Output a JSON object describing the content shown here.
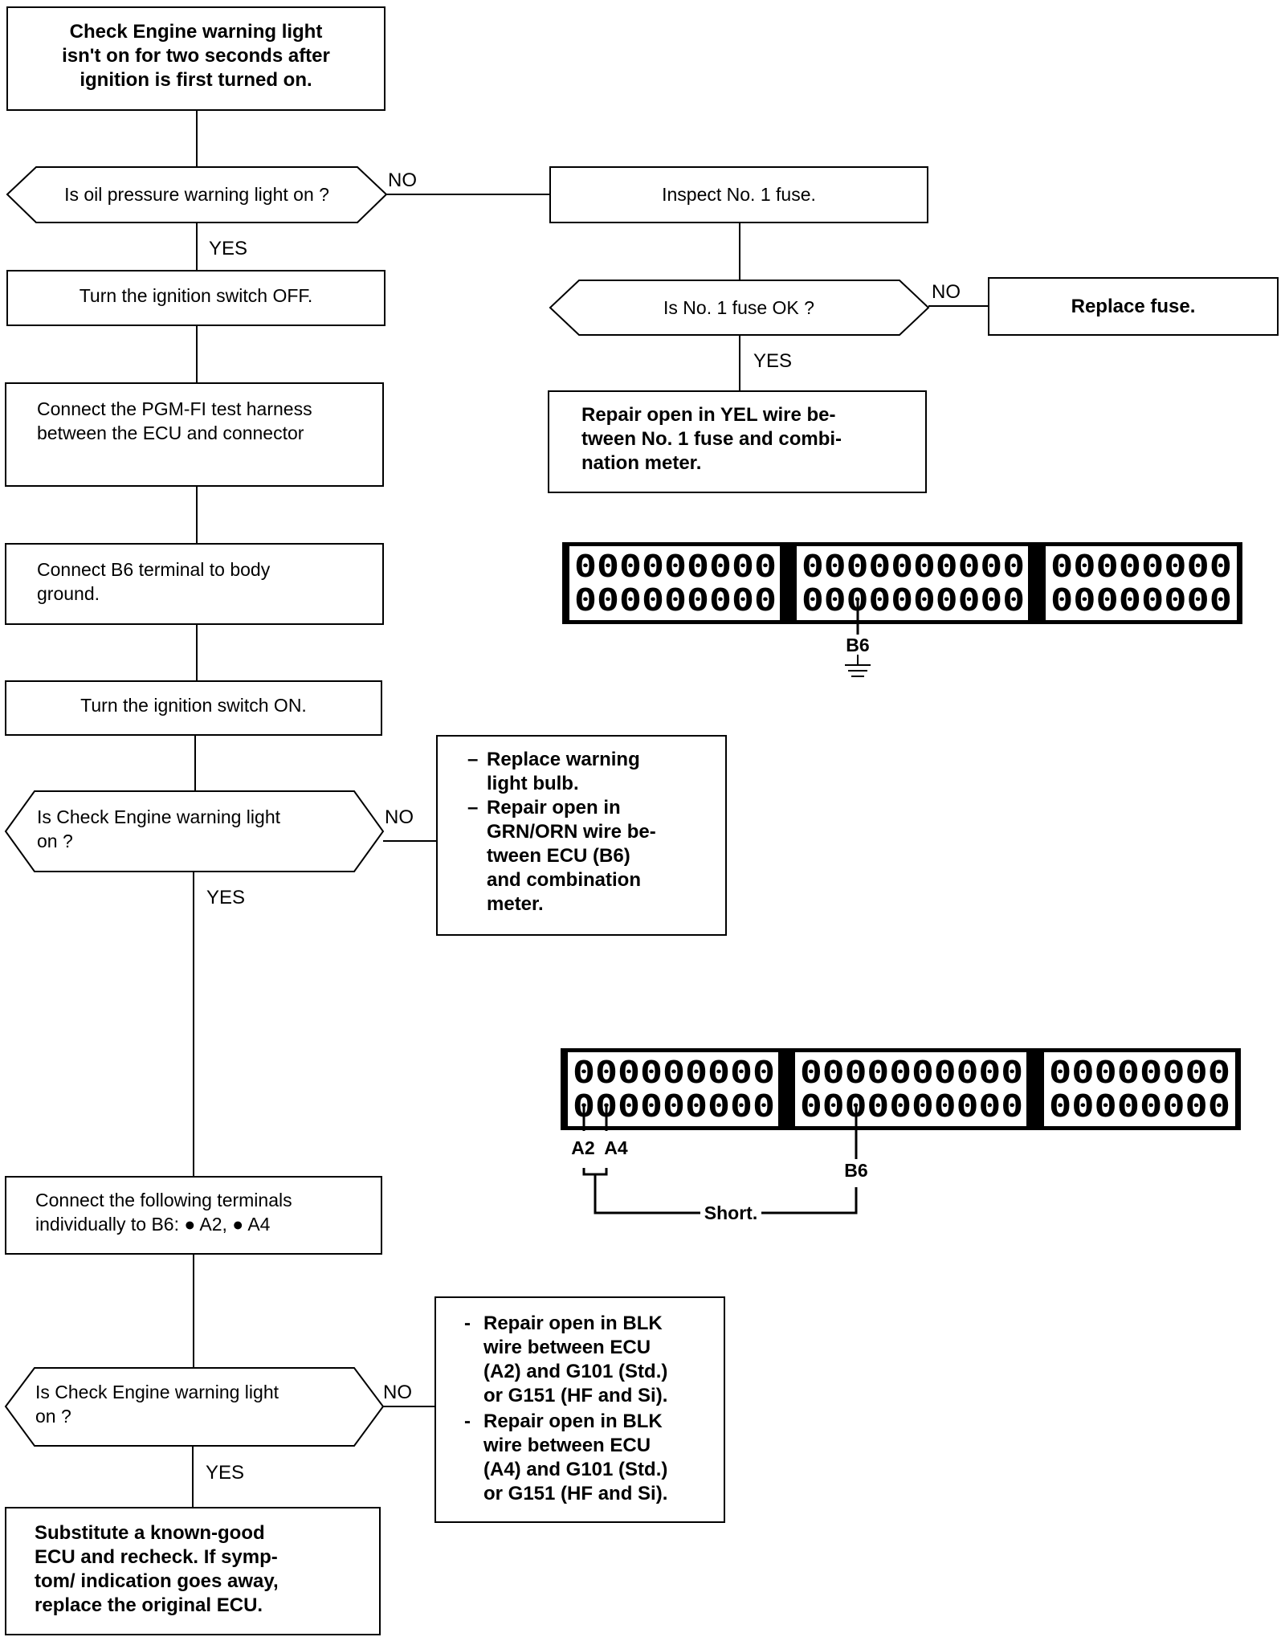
{
  "steps": {
    "start": [
      "Check Engine warning light",
      "isn't on for two seconds after",
      "ignition is first turned on."
    ],
    "q_oil": "Is oil pressure warning light on ?",
    "inspect_fuse": "Inspect No. 1 fuse.",
    "q_fuse": "Is No. 1 fuse OK ?",
    "replace_fuse": "Replace fuse.",
    "repair_yel": [
      "Repair open in YEL wire be-",
      "tween No. 1 fuse and combi-",
      "nation meter."
    ],
    "ign_off": "Turn the ignition switch OFF.",
    "connect_harness": [
      "Connect the PGM-FI test harness",
      "between the ECU and connector"
    ],
    "connect_b6": [
      "Connect  B6  terminal  to  body",
      "ground."
    ],
    "ign_on": "Turn the ignition switch ON.",
    "q_cel_1": [
      "Is  Check  Engine  warning  light",
      "on ?"
    ],
    "repair_bulb": [
      {
        "dash": "–",
        "lines": [
          "Replace     warning",
          "light bulb."
        ]
      },
      {
        "dash": "–",
        "lines": [
          "Repair    open    in",
          "GRN/ORN wire be-",
          "tween   ECU   (B6)",
          "and    combination",
          "meter."
        ]
      }
    ],
    "connect_terminals": [
      "Connect the following terminals",
      "individually to B6: ●  A2, ●  A4"
    ],
    "q_cel_2": [
      "Is  Check  Engine  warning  light",
      "on ?"
    ],
    "repair_blk": [
      {
        "dash": "-",
        "lines": [
          "Repair  open  in  BLK",
          "wire   between   ECU",
          "(A2) and G101 (Std.)",
          "or G151 (HF and Si)."
        ]
      },
      {
        "dash": "-",
        "lines": [
          "Repair  open  in  BLK",
          "wire   between   ECU",
          "(A4) and G101 (Std.)",
          "or G151 (HF and Si)."
        ]
      }
    ],
    "substitute": [
      "Substitute   a   known-good",
      "ECU  and  recheck.  If  symp-",
      "tom/  indication  goes  away,",
      "replace the original ECU."
    ]
  },
  "answers": {
    "yes": "YES",
    "no": "NO"
  },
  "connector1": {
    "rows": [
      [
        "000000000",
        "0000000000",
        "00000000"
      ],
      [
        "000000000",
        "0000000000",
        "00000000"
      ]
    ],
    "pin_label": "B6"
  },
  "connector2": {
    "rows": [
      [
        "000000000",
        "0000000000",
        "00000000"
      ],
      [
        "000000000",
        "0000000000",
        "00000000"
      ]
    ],
    "pin_labels": [
      "A2",
      "A4",
      "B6"
    ],
    "short_label": "Short."
  }
}
